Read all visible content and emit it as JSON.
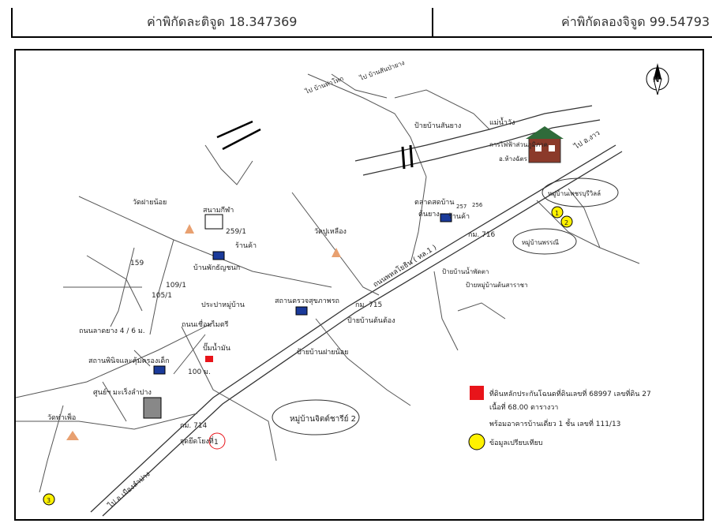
{
  "header": {
    "latitude_label": "ค่าพิกัดละติจูด 18.347369",
    "longitude_label": "ค่าพิกัดลองจิจูด 99.54793"
  },
  "map": {
    "places": {
      "wat_fai_noi": "วัดฝายน้อย",
      "stadium": "สนามกีฬา",
      "shop_259": "259/1",
      "shop_label_left": "ร้านค้า",
      "ban_phaktha": "บ้านพักธัญชนก",
      "num_159": "159",
      "num_109": "109/1",
      "num_105": "105/1",
      "village_gate": "ประปาหมู่บ้าน",
      "health_station": "สถานตรวจสุขภาพรถ",
      "road_link": "ถนนเชื่อมไมตรี",
      "road_width": "ถนนลาดยาง 4 / 6 ม.",
      "gas_station": "ปั๊มน้ำมัน",
      "dist_100": "100 ม.",
      "childcare": "สถานพินิจและคุ้มครองเด็ก",
      "lampang_center": "ศูนย์ฯ มะเร็งลำปาง",
      "wat_tha_pho": "วัดท่าเพ็อ",
      "km_714": "กม. 714",
      "start_point": "จุดยึดโยงที่",
      "start_num": "1",
      "to_mueang_lampang": "ไป อ.เมืองลำปาง",
      "wat_pu_laeng": "วัดปูเหลือง",
      "km_715": "กม. 715",
      "sign_ban_ton_tong": "ป้ายบ้านต้นต้อง",
      "sign_ban_fai_noi": "ป้ายบ้านฝายน้อย",
      "village_charat": "หมู่บ้านจิตต์ชารีย์ 2",
      "highway": "ถนนพหลโยธิน ( ทล.1 )",
      "market": "ตลาดสดบ้าน",
      "market2": "ต้นยาง",
      "shop_right": "ร้านค้า",
      "num_257": "257",
      "num_256": "256",
      "km_716": "กม. 716",
      "sign_ban_san_yang": "ป้ายบ้านสันยาง",
      "river": "แม่น้ำวัง",
      "power_office": "การไฟฟ้าส่วนภูมิภาค",
      "power_office2": "อ.ห้างฉัตร",
      "to_mae_tha": "ไป บ้านท่าโทก",
      "to_ban_san": "ไป บ้านสันป่ายาง",
      "to_ngao": "ไป อ.งาว",
      "village_pruksa": "หมู่บ้านเพชรบุรีวิลล์",
      "village_pornsri": "หมู่บ้านพรรณี",
      "sign_mu_ban": "ป้ายบ้านน้ำพัดตา",
      "sign_mu_ban2": "ป้ายหมู่บ้านต้นสาราชา",
      "circle_2": "2",
      "circle_1b": "1",
      "circle_3": "3"
    },
    "legend": {
      "red_desc_1": "ที่ดินหลักประกันโฉนดที่ดินเลขที่ 68997 เลขที่ดิน 27",
      "red_desc_2": "เนื้อที่ 68.00 ตารางวา",
      "red_desc_3": "พร้อมอาคารบ้านเดี่ยว 1 ชั้น เลขที่ 111/13",
      "yellow_desc": "ข้อมูลเปรียบเทียบ",
      "red_color": "#e8141a",
      "yellow_color": "#fff200"
    },
    "compass": "N"
  }
}
